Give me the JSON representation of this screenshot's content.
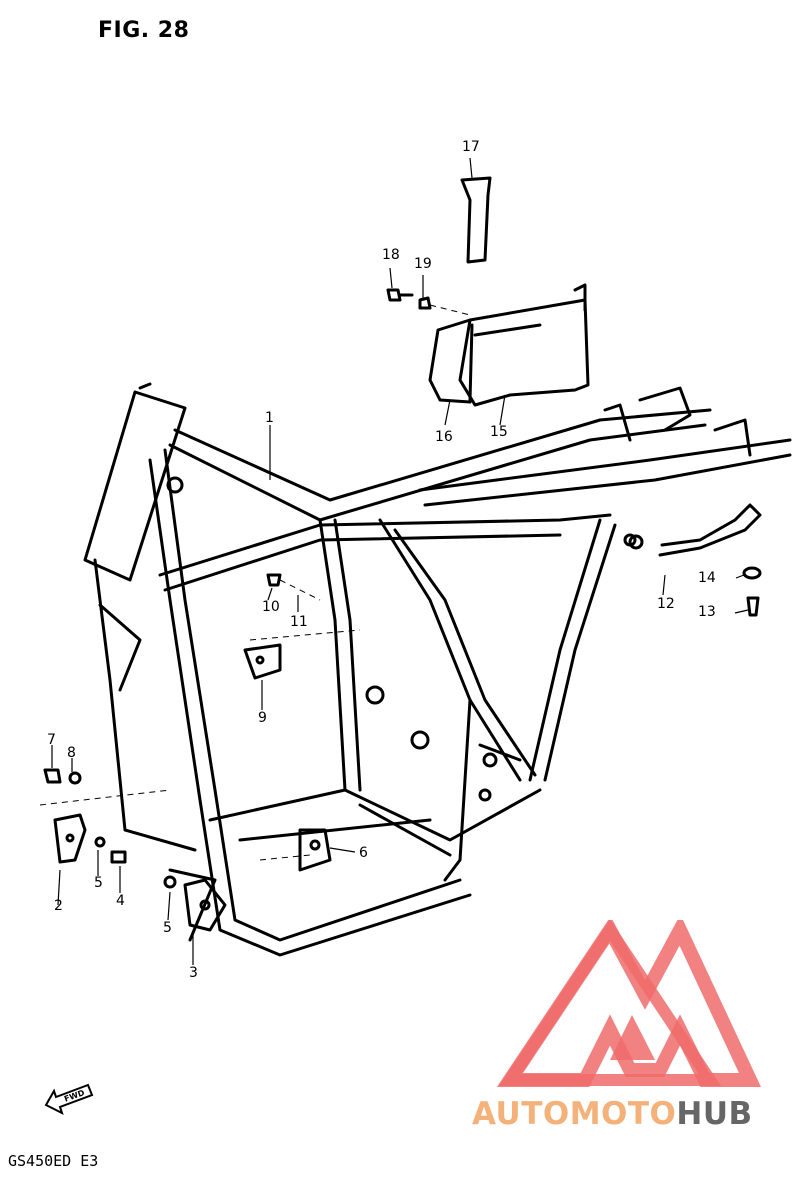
{
  "figure": {
    "title": "FIG. 28",
    "model": "GS450ED E3"
  },
  "callouts": [
    "1",
    "2",
    "3",
    "4",
    "5",
    "5",
    "6",
    "7",
    "8",
    "9",
    "10",
    "11",
    "12",
    "13",
    "14",
    "15",
    "16",
    "17",
    "18",
    "19"
  ],
  "watermark": {
    "text_left": "AUTOMOTO",
    "text_right": "HUB",
    "accent": "#f06b6b",
    "accent_light": "#f4b27a",
    "text_dark": "#666666"
  },
  "fwd_label": "FWD",
  "colors": {
    "ink": "#000000",
    "background": "#ffffff"
  }
}
